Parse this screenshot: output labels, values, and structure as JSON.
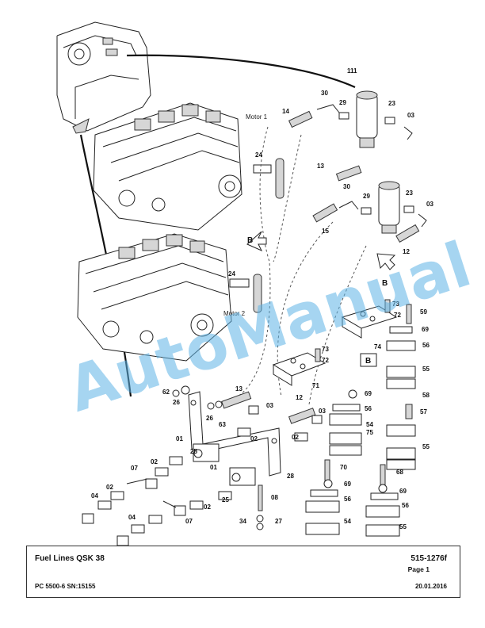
{
  "drawing": {
    "motor_labels": [
      "Motor 1",
      "Motor 2"
    ],
    "view_labels": [
      "B",
      "B",
      "B"
    ],
    "part_labels": [
      "111",
      "30",
      "29",
      "14",
      "23",
      "03",
      "24",
      "13",
      "30",
      "29",
      "23",
      "03",
      "15",
      "12",
      "24",
      "73",
      "72",
      "59",
      "69",
      "74",
      "56",
      "55",
      "73",
      "72",
      "71",
      "69",
      "56",
      "54",
      "75",
      "58",
      "57",
      "55",
      "62",
      "26",
      "13",
      "12",
      "26",
      "63",
      "03",
      "03",
      "02",
      "01",
      "25",
      "02",
      "07",
      "02",
      "04",
      "02",
      "01",
      "28",
      "07",
      "02",
      "25",
      "04",
      "70",
      "69",
      "56",
      "54",
      "68",
      "69",
      "56",
      "55",
      "08",
      "34",
      "27"
    ],
    "watermark": "AutoManual"
  },
  "title_block": {
    "title": "Fuel Lines QSK 38",
    "doc_number": "515-1276f",
    "page": "Page 1",
    "model": "PC 5500-6 SN:15155",
    "date": "20.01.2016"
  }
}
